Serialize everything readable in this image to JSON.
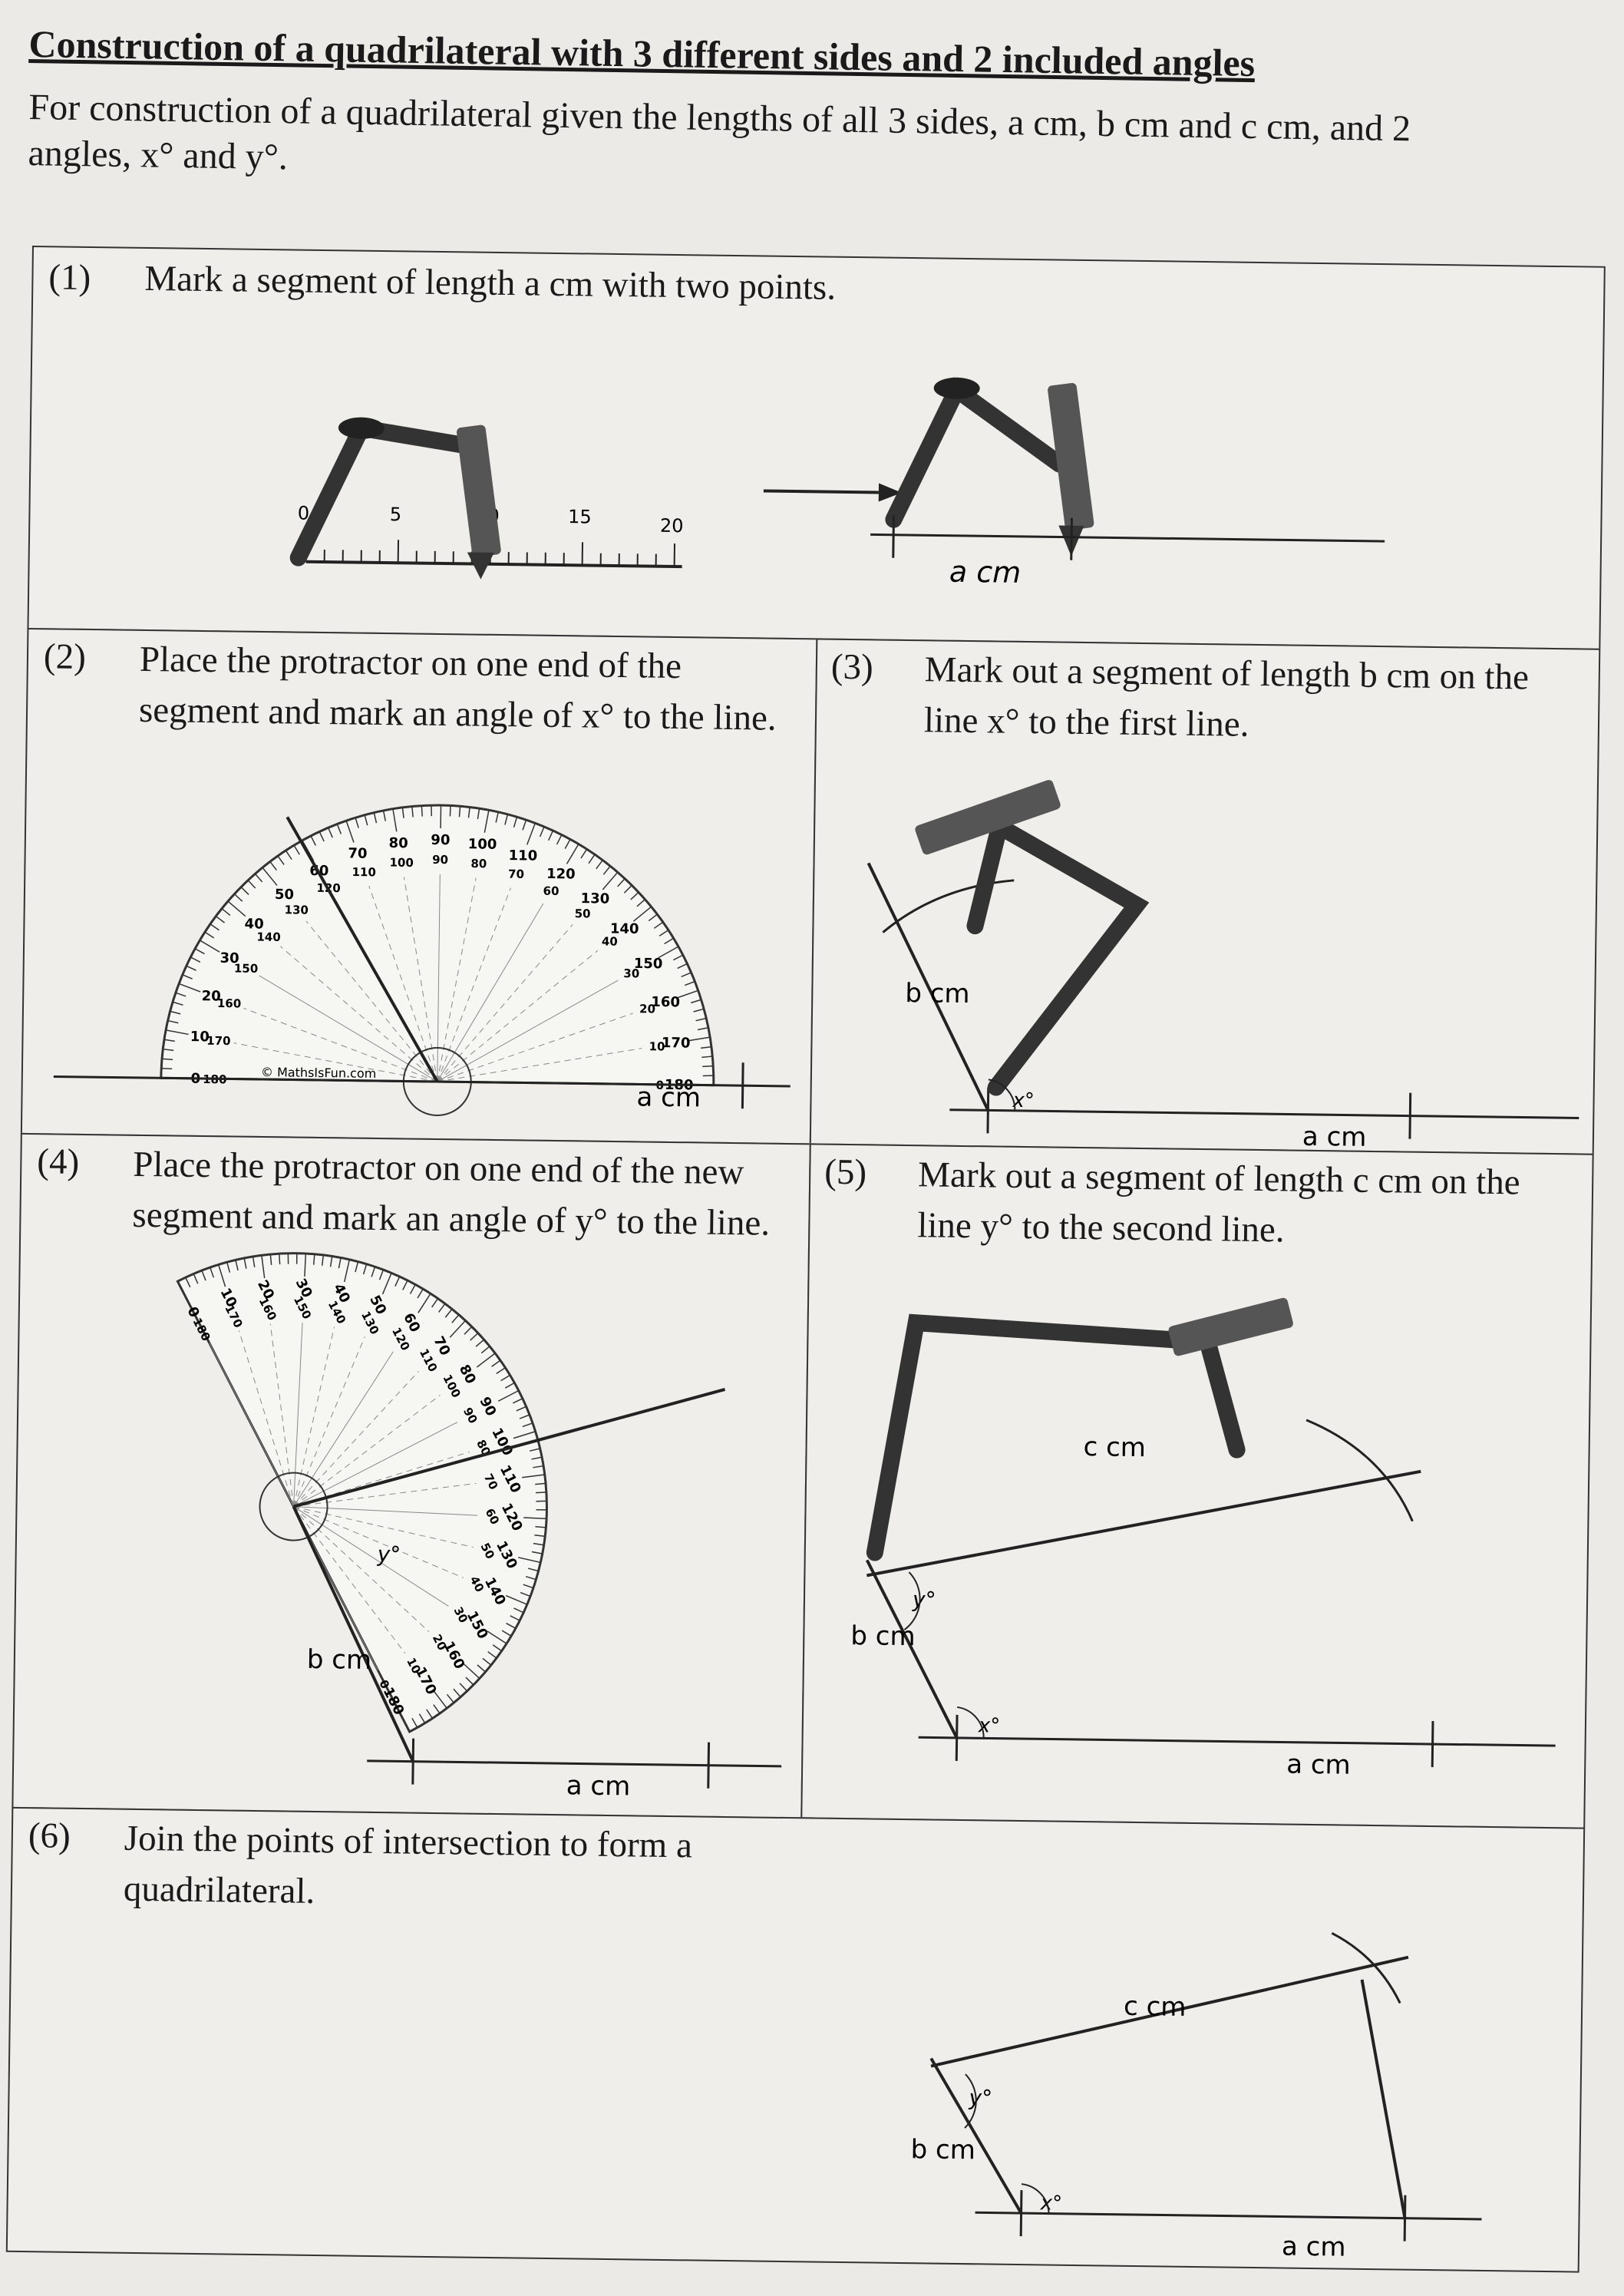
{
  "title": "Construction of a quadrilateral with 3 different sides and 2 included angles",
  "intro": "For construction of a quadrilateral given the lengths of all 3 sides, a cm, b cm and c cm, and 2 angles, x° and y°.",
  "steps": [
    {
      "num": "(1)",
      "text": "Mark a segment of length a cm with two points."
    },
    {
      "num": "(2)",
      "text": "Place the protractor on one end of the segment and mark an angle of x° to the line."
    },
    {
      "num": "(3)",
      "text": "Mark out a segment of length b cm on the line x° to the first line."
    },
    {
      "num": "(4)",
      "text": "Place the protractor on one end of the new segment and mark an angle of y° to the line."
    },
    {
      "num": "(5)",
      "text": "Mark out a segment of length c cm on the line y° to the second line."
    },
    {
      "num": "(6)",
      "text": "Join the points of intersection to form a quadrilateral."
    }
  ],
  "labels": {
    "a": "a cm",
    "b": "b cm",
    "c": "c cm",
    "x": "x°",
    "y": "y°",
    "ruler_ticks": [
      "0",
      "5",
      "10",
      "15",
      "20"
    ],
    "protractor_brand": "© MathsIsFun.com",
    "protractor_outer": [
      "0",
      "10",
      "20",
      "30",
      "40",
      "50",
      "60",
      "70",
      "80",
      "90",
      "100",
      "110",
      "120",
      "130",
      "140",
      "150",
      "160",
      "170",
      "180"
    ],
    "protractor_inner": [
      "180",
      "170",
      "160",
      "150",
      "140",
      "130",
      "120",
      "110",
      "100",
      "90",
      "80",
      "70",
      "60",
      "50",
      "40",
      "30",
      "20",
      "10",
      "0"
    ]
  }
}
